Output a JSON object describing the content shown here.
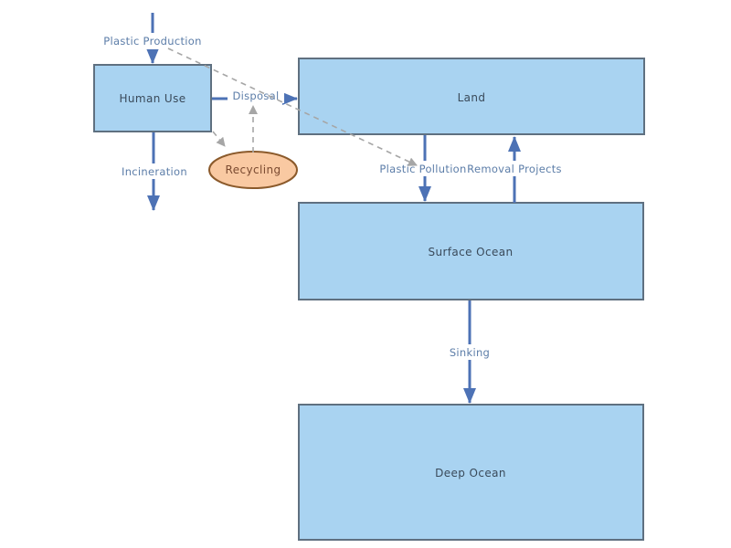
{
  "diagram": {
    "type": "flow-diagram",
    "subject": "plastic-pollution-cycle",
    "background": "#ffffff",
    "colors": {
      "node_fill": "#a9d3f1",
      "node_border": "#5f7080",
      "node_text": "#3a4a5a",
      "ellipse_fill": "#f9c9a2",
      "ellipse_border": "#8b5a2b",
      "ellipse_text": "#7a4a30",
      "arrow": "#4d72b5",
      "edge_label_text": "#5c7da8",
      "dashed_arrow": "#a6a6a6"
    },
    "nodes": [
      {
        "id": "human-use",
        "label": "Human Use",
        "shape": "rectangle"
      },
      {
        "id": "land",
        "label": "Land",
        "shape": "rectangle"
      },
      {
        "id": "recycling",
        "label": "Recycling",
        "shape": "ellipse"
      },
      {
        "id": "surface-ocean",
        "label": "Surface Ocean",
        "shape": "rectangle"
      },
      {
        "id": "deep-ocean",
        "label": "Deep Ocean",
        "shape": "rectangle"
      }
    ],
    "edges": [
      {
        "id": "plastic-production",
        "label": "Plastic Production",
        "style": "solid",
        "from": "outside-top",
        "to": "human-use"
      },
      {
        "id": "disposal",
        "label": "Disposal",
        "style": "solid",
        "from": "human-use",
        "to": "land"
      },
      {
        "id": "incineration",
        "label": "Incineration",
        "style": "solid",
        "from": "human-use",
        "to": "outside-bottom"
      },
      {
        "id": "plastic-pollution",
        "label": "Plastic Pollution",
        "style": "solid",
        "from": "land",
        "to": "surface-ocean"
      },
      {
        "id": "removal-projects",
        "label": "Removal Projects",
        "style": "solid",
        "from": "surface-ocean",
        "to": "land"
      },
      {
        "id": "sinking",
        "label": "Sinking",
        "style": "solid",
        "from": "surface-ocean",
        "to": "deep-ocean"
      },
      {
        "id": "production-to-pollution",
        "label": "",
        "style": "dashed",
        "from": "plastic-production",
        "to": "plastic-pollution"
      },
      {
        "id": "human-use-to-recycling",
        "label": "",
        "style": "dashed",
        "from": "human-use",
        "to": "recycling"
      },
      {
        "id": "recycling-to-disposal",
        "label": "",
        "style": "dashed",
        "from": "recycling",
        "to": "disposal"
      }
    ]
  }
}
